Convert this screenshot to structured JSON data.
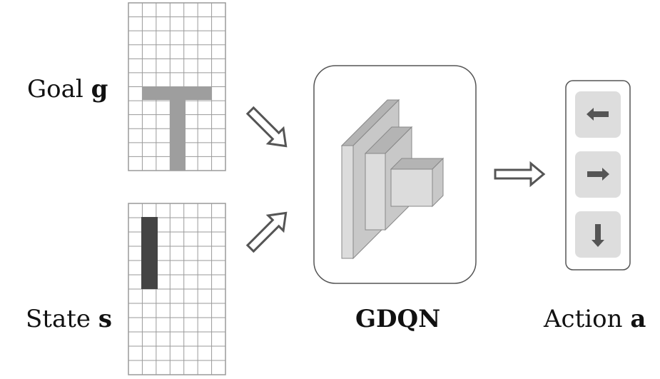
{
  "labels": {
    "goal_text": "Goal",
    "goal_var": "g",
    "state_text": "State",
    "state_var": "s",
    "model": "GDQN",
    "action_text": "Action",
    "action_var": "a"
  },
  "icons": {
    "actions": [
      "arrow-left-icon",
      "arrow-right-icon",
      "arrow-down-icon"
    ]
  },
  "colors": {
    "grid_line": "#9a9a9a",
    "goal_piece": "#9e9e9e",
    "state_piece": "#444444",
    "block_fill": "#dcdcdc",
    "block_top": "#b4b4b4",
    "action_button": "#dddddd",
    "action_glyph": "#555555",
    "arrow_stroke": "#555555"
  }
}
